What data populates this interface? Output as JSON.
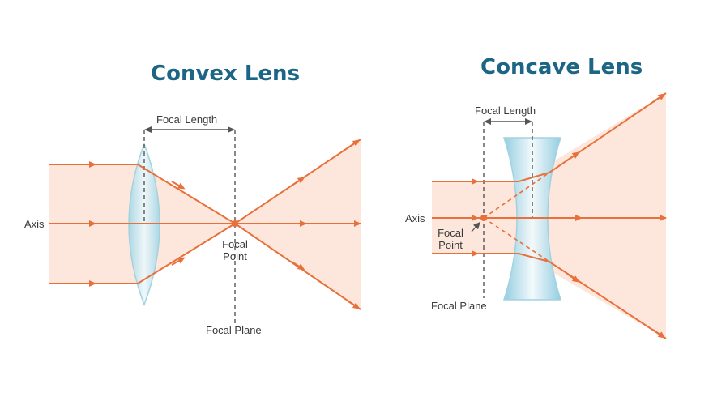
{
  "convex": {
    "title": "Convex Lens",
    "focal_length_label": "Focal Length",
    "axis_label": "Axis",
    "focal_point_label_line1": "Focal",
    "focal_point_label_line2": "Point",
    "focal_plane_label": "Focal Plane"
  },
  "concave": {
    "title": "Concave Lens",
    "focal_length_label": "Focal Length",
    "axis_label": "Axis",
    "focal_point_label_line1": "Focal",
    "focal_point_label_line2": "Point",
    "focal_plane_label": "Focal Plane"
  },
  "colors": {
    "ray": "#e8703a",
    "beam_fill": "#fde7dc",
    "lens_edge": "#9fd0df",
    "lens_fill": "#cde9f1",
    "title": "#1d6585",
    "dimension_line": "#555555"
  }
}
